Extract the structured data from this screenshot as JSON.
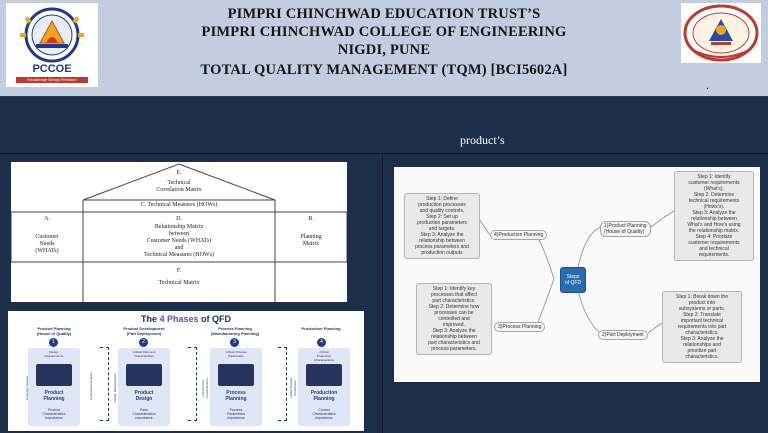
{
  "header": {
    "line1": "PIMPRI CHINCHWAD EDUCATION TRUST’S",
    "line2": "PIMPRI CHINCHWAD COLLEGE OF ENGINEERING",
    "line3": "NIGDI, PUNE",
    "course": "TOTAL QUALITY MANAGEMENT (TQM) [BCI5602A]",
    "dot": "."
  },
  "logo_left": {
    "text": "PCCOE",
    "tagline": "Knowledge Brings Freedom"
  },
  "subtitle": "product’s",
  "house": {
    "e_label": "E.",
    "e_title": "Technical\nCorrelation Matrix",
    "c_label": "C. Technical Measures (HOWs)",
    "a_label": "A.",
    "a_text": "Customer\nNeeds\n(WHATs)",
    "d_label": "D.",
    "d_text": "Relationship Matrix\nbetween\nCustomer Needs (WHATs)\nand\nTechnical Measures (HOWs)",
    "b_label": "B.",
    "b_text": "Planning\nMatrix",
    "f_label": "F.",
    "f_text": "Technical Matrix"
  },
  "phases": {
    "title_pre": "The ",
    "title_accent": "4 Phases",
    "title_post": " of QFD",
    "columns": [
      {
        "num": "1",
        "title": "Product Planning\n(House of Quality)",
        "top": "Design\nRequirements",
        "main": "Product\nPlanning",
        "side": "Customer Desires",
        "bottom": "Product\nCharacteristics\nImportance"
      },
      {
        "num": "2",
        "title": "Product Development\n(Part Deployment)",
        "top": "Critical Parts and\nCharacteristics",
        "main": "Product\nDesign",
        "side": "Design Requirements",
        "bottom": "Parts\nCharacteristics\nImportance"
      },
      {
        "num": "3",
        "title": "Process Planning\n(Manufacturing Planning)",
        "top": "Critical Process\nParameters",
        "main": "Process\nPlanning",
        "side": "Critical Parts\nCharacteristics",
        "bottom": "Process\nParameters\nImportance"
      },
      {
        "num": "4",
        "title": "Production Planning",
        "top": "Critical\nProduction\nCharacteristics",
        "main": "Production\nPlanning",
        "side": "Critical Process\nParameters",
        "bottom": "Control\nCharacteristics\nImportance"
      }
    ],
    "mid_labels": [
      "Competitive Analysis"
    ]
  },
  "mindmap": {
    "center": "Steps\nof QFD",
    "branches": [
      {
        "label": "1)Product Planning\n(House of Quality)",
        "text": "Step 1: Identify\ncustomer requirements\n(What’s).\nStep 2: Determine\ntechnical requirements\n(Hows’s).\nStep 3: Analyze the\nrelationship between\nWhat’s and How’s using\nthe relationship matrix.\nStep 4: Prioritize\ncustomer requirements\nand technical\nrequirements."
      },
      {
        "label": "2)Part Deployment",
        "text": "Step 1: Break down the\nproduct into\nsubsystems or parts.\nStep 2: Translate\nimportant technical\nrequirements into part\ncharacteristics.\nStep 3: Analyze the\nrelationships and\nprioritize part\ncharacteristics."
      },
      {
        "label": "3)Process Planning",
        "text": "Step 1: Identify key\nprocesses that affect\npart characteristics.\nStep 2: Determine how\nprocesses can be\ncontrolled and\nimproved.\nStep 3: Analyze the\nrelationship between\npart characteristics and\nprocess parameters."
      },
      {
        "label": "4)Production Planning",
        "text": "Step 1: Define\nproduction processes\nand quality controls.\nStep 2: Set up\nproduction parameters\nand targets.\nStep 3: Analyze the\nrelationship between\nprocess parameters and\nproduction outputs"
      }
    ]
  },
  "colors": {
    "background": "#1b2f4a",
    "accent_purple": "#6b3fd6",
    "phase_blue": "#1f3b8a",
    "header_text": "#141414"
  }
}
